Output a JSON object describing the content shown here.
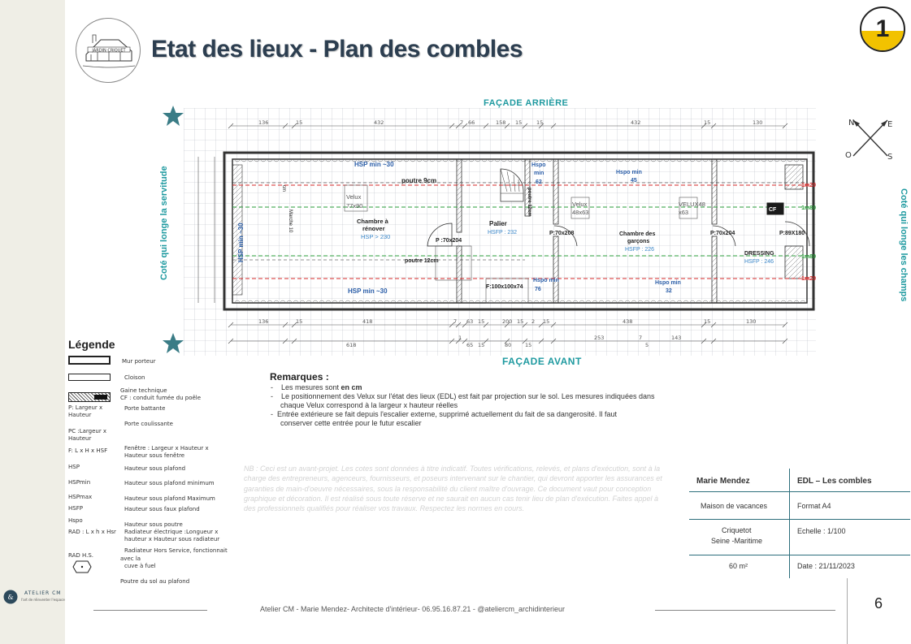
{
  "header": {
    "title_part1": "Etat des lieux - ",
    "title_part2": "Plan des combles",
    "page_badge": "1",
    "logo_text": "JARDIN CRIQUET"
  },
  "plan": {
    "facade_top": "FAÇADE ARRIÈRE",
    "facade_bottom": "FAÇADE AVANT",
    "side_left": "Coté qui longe la servitude",
    "side_right": "Coté qui longe les champs",
    "compass": {
      "n": "N",
      "e": "E",
      "o": "O",
      "s": "S"
    },
    "top_dims": [
      "136",
      "15",
      "432",
      "7",
      "66",
      "158",
      "15",
      "15",
      "432",
      "15",
      "130"
    ],
    "bottom_dims_1": [
      "136",
      "15",
      "418",
      "7",
      "63",
      "15",
      "200",
      "15",
      "2",
      "15",
      "438",
      "15",
      "130"
    ],
    "bottom_dims_2": [
      "618",
      "1",
      "65",
      "15",
      "80",
      "15",
      "253",
      "7",
      "5",
      "143"
    ],
    "labels": {
      "hsp_top": "HSP min ~30",
      "hsp_left": "HSP min ~30",
      "hsp_bottom": "HSP min ~30",
      "poutre_9": "poutre 9cm",
      "poutre_12": "poutre 12cm",
      "poutre_12v": "poutre 12cm",
      "marche": "Marche 10",
      "cm": "cm",
      "velux1": "Velux",
      "velux1_size": "77x90",
      "chambre_renover": "Chambre à",
      "chambre_renover2": "rénover",
      "hsp_230": "HSP > 230",
      "p_70x204_a": "P :70x204",
      "palier": "Palier",
      "hsfp_232": "HSFP : 232",
      "hspo_62a": "Hspo",
      "hspo_62b": "min",
      "hspo_62c": "62",
      "velux2": "Velux",
      "velux2_size": "48x63",
      "p_70x208": "P:70x208",
      "hspo_45a": "Hspo min",
      "hspo_45b": "45",
      "chambre_garcons": "Chambre des",
      "chambre_garcons2": "garçons",
      "hsfp_226": "HSFP : 226",
      "velux3": "VELUX48",
      "velux3_size": "x63",
      "p_70x204_b": "P:70x204",
      "cf": "CF",
      "p_89x180": "P:89X180",
      "dressing": "DRESSING",
      "hsfp_246": "HSFP : 246",
      "f_100": "F:100x100x74",
      "hspo_min": "Hspo min",
      "hspo_76": "76",
      "hspo_32a": "Hspo min",
      "hspo_32b": "32",
      "m_1m20a": "1m20",
      "m_1m80a": "1m80",
      "m_1m80b": "1m80",
      "m_1m20b": "1m20"
    }
  },
  "legend": {
    "title": "Légende",
    "mur_porteur": "Mur porteur",
    "cloison": "Cloison",
    "gaine1": "Gaine technique",
    "gaine2": "CF : conduit fumée du poêle",
    "p_label1": "P: Largeur x",
    "p_label2": "Hauteur",
    "porte_battante": "Porte battante",
    "pc_label1": "PC :Largeur x",
    "pc_label2": "Hauteur",
    "porte_coulissante": "Porte coulissante",
    "f_label": "F: L x H x HSF",
    "fenetre1": "Fenêtre : Largeur x Hauteur x",
    "fenetre2": "Hauteur sous fenêtre",
    "hsp_key": "HSP",
    "hsp_val": "Hauteur sous plafond",
    "hspmin_key": "HSPmin",
    "hspmin_val": "Hauteur sous plafond minimum",
    "hspmax_key": "HSPmax",
    "hspmax_val": "Hauteur sous plafond Maximum",
    "hsfp_key": "HSFP",
    "hsfp_val": "Hauteur sous faux plafond",
    "hspo_key": "Hspo",
    "hspo_val": "Hauteur sous poutre",
    "rad_key": "RAD : L x h x Hsr",
    "rad_val1": "Radiateur électrique :Longueur x",
    "rad_val2": "hauteur x Hauteur sous radiateur",
    "radhs_key": "RAD H.S.",
    "radhs_val": "Radiateur Hors Service, fonctionnait",
    "avec_la": "avec la",
    "cuve": "cuve à fuel",
    "poutre_sol": "Poutre du sol au plafond"
  },
  "remarks": {
    "title": "Remarques :",
    "r1_prefix": "Les mesures sont ",
    "r1_bold": "en cm",
    "r2a": "Le positionnement des Velux sur l'état des lieux (EDL) est fait par projection sur le sol. Les mesures indiquées dans",
    "r2b": "chaque Velux correspond à la largeur x hauteur réelles",
    "r3a": "Entrée extérieure se fait depuis l'escalier externe, supprimé actuellement du fait de sa dangerosité. Il faut",
    "r3b": "conserver cette entrée pour le futur escalier"
  },
  "nb": "NB : Ceci est un avant-projet. Les cotes sont données à titre indicatif. Toutes vérifications, relevés, et plans d'exécution, sont à la charge des entrepreneurs, agenceurs, fournisseurs, et poseurs intervenant sur le chantier, qui devront apporter les assurances et garanties de main-d'oeuvre nécessaires, sous la responsabilité du client maître d'ouvrage. Ce document vaut pour conception graphique et décoration. Il est réalisé sous toute réserve et ne saurait en aucun cas tenir lieu de plan d'exécution. Faites appel à des professionnels qualifiés pour réaliser vos travaux. Respectez les normes en cours.",
  "title_block": {
    "client": "Marie Mendez",
    "doc": "EDL – Les combles",
    "project": "Maison de vacances",
    "format": "Format A4",
    "city1": "Criquetot",
    "city2": "Seine -Maritime",
    "scale": "Echelle : 1/100",
    "area": "60 m²",
    "date": "Date : 21/11/2023"
  },
  "footer": {
    "text": "Atelier CM - Marie Mendez- Architecte d'intérieur- 06.95.16.87.21 - @ateliercm_archidinterieur",
    "page_number": "6",
    "brand": "ATELIER CM",
    "brand_sub": "l'art de réinventer l'espace"
  },
  "colors": {
    "title": "#2c3e50",
    "teal": "#1f9aa0",
    "badge_yellow": "#f2c200",
    "red_line": "#d62828",
    "green_line": "#2a9d3a",
    "blue_text": "#3a86c8"
  }
}
